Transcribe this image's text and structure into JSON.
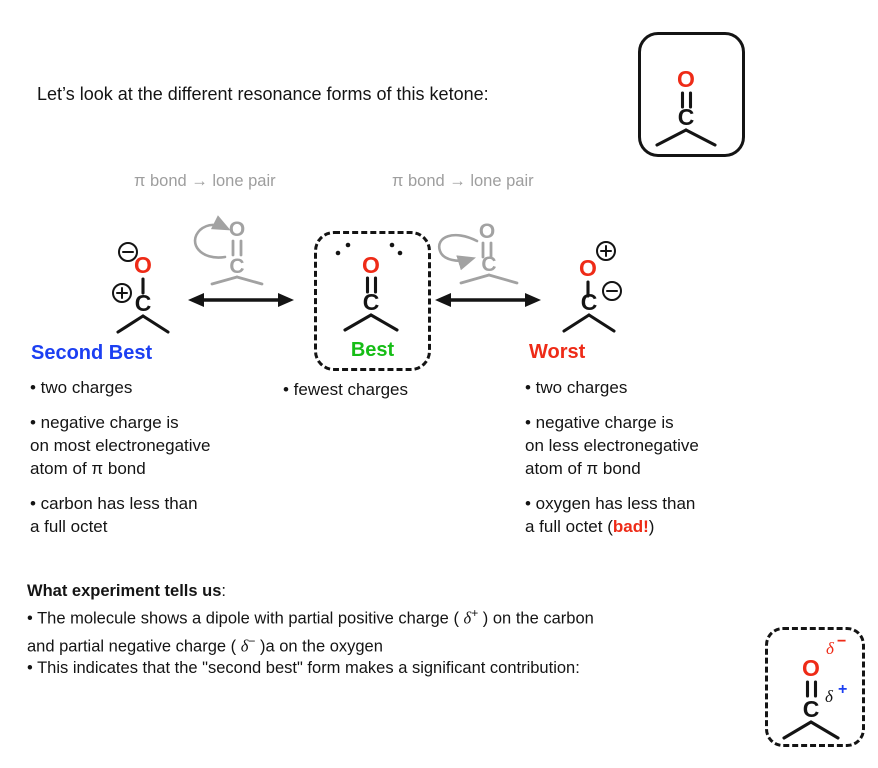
{
  "title": "Let’s look at the different resonance forms of this ketone:",
  "transitions": {
    "left_label": "π bond → lone pair",
    "right_label": "π bond  →  lone pair"
  },
  "atoms": {
    "oxygen": "O",
    "carbon": "C"
  },
  "forms": {
    "second_best": {
      "label": "Second Best",
      "bullets": [
        "•  two charges",
        "•  negative charge is\non most electronegative\natom of π bond",
        "•  carbon has less than\na full octet"
      ]
    },
    "best": {
      "label": "Best",
      "bullet1": "• fewest charges"
    },
    "worst": {
      "label": "Worst",
      "bullet1": "• two charges",
      "bullet2": "• negative charge is\non less electronegative\natom of π bond",
      "bullet3_pre": "• oxygen has less than\na full octet (",
      "bullet3_bad": "bad!",
      "bullet3_post": ")"
    }
  },
  "experiment": {
    "heading": "What experiment tells us",
    "colon": ":",
    "b1_pre": "• The molecule shows a dipole with partial positive charge  ( ",
    "delta": "δ",
    "b1_sup": "+",
    "b1_post": " )  on the carbon",
    "b2_pre": "and partial negative charge  ( ",
    "b2_sup": "−",
    "b2_post": " )a on the oxygen",
    "b3": "• This indicates that the \"second best\" form makes a significant contribution:"
  },
  "partial_charges": {
    "delta": "δ",
    "minus": "−",
    "plus": "+"
  },
  "colors": {
    "red": "#ee2b17",
    "blue": "#1c3ff2",
    "green": "#16bd16",
    "gray": "#9e9e9e",
    "black": "#141414"
  },
  "icons": {
    "plus_charge": "⊕",
    "minus_charge": "⊖",
    "resonance_arrow": "↔",
    "curved_arrow": "↷",
    "lone_pair_dots": "••"
  }
}
